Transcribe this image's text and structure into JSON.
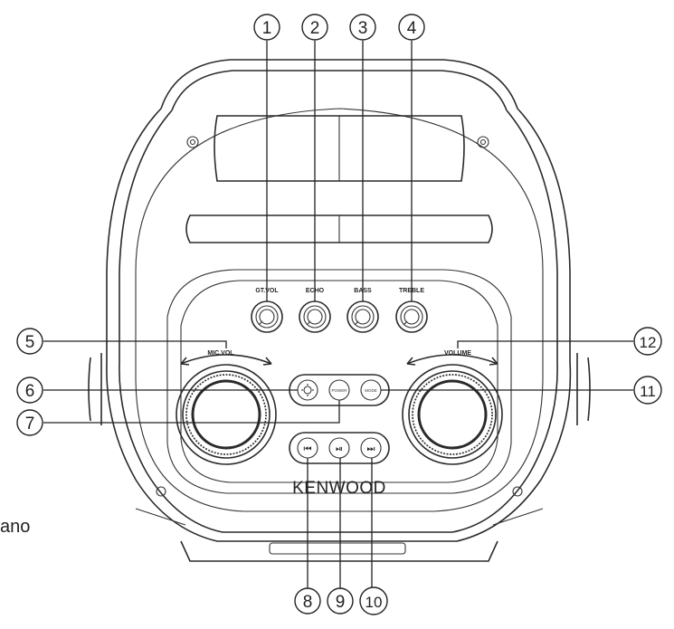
{
  "callouts": [
    "1",
    "2",
    "3",
    "4",
    "5",
    "6",
    "7",
    "8",
    "9",
    "10",
    "11",
    "12"
  ],
  "knob_labels": {
    "gt_vol": "GT.VOL",
    "echo": "ECHO",
    "bass": "BASS",
    "treble": "TREBLE",
    "mic_vol": "MIC.VOL",
    "volume": "VOLUME"
  },
  "buttons": {
    "power": "POWER",
    "mode": "MODE"
  },
  "brand": "KENWOOD",
  "side_text": "ano",
  "icons": {
    "prev": "⏮",
    "play_pause": "⏯",
    "next": "⏭",
    "light": "light-icon"
  }
}
